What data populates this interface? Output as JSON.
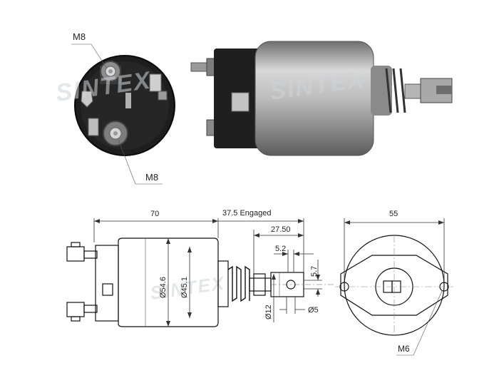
{
  "photos": {
    "end_view_labels": {
      "top_terminal": "M8",
      "bottom_terminal": "M8"
    },
    "watermark": "SINTEX"
  },
  "drawing": {
    "side_view": {
      "overall_length": "70",
      "engaged_stroke": "37.5 Engaged",
      "plunger_length": "27.50",
      "slot_width": "5.2",
      "slot_height": "5.7",
      "body_diameter": "Ø54.6",
      "inner_diameter": "Ø45.1",
      "plunger_diameter": "Ø12",
      "pin_diameter": "Ø5"
    },
    "end_view": {
      "flange_width": "55",
      "mount_thread": "M6"
    }
  }
}
